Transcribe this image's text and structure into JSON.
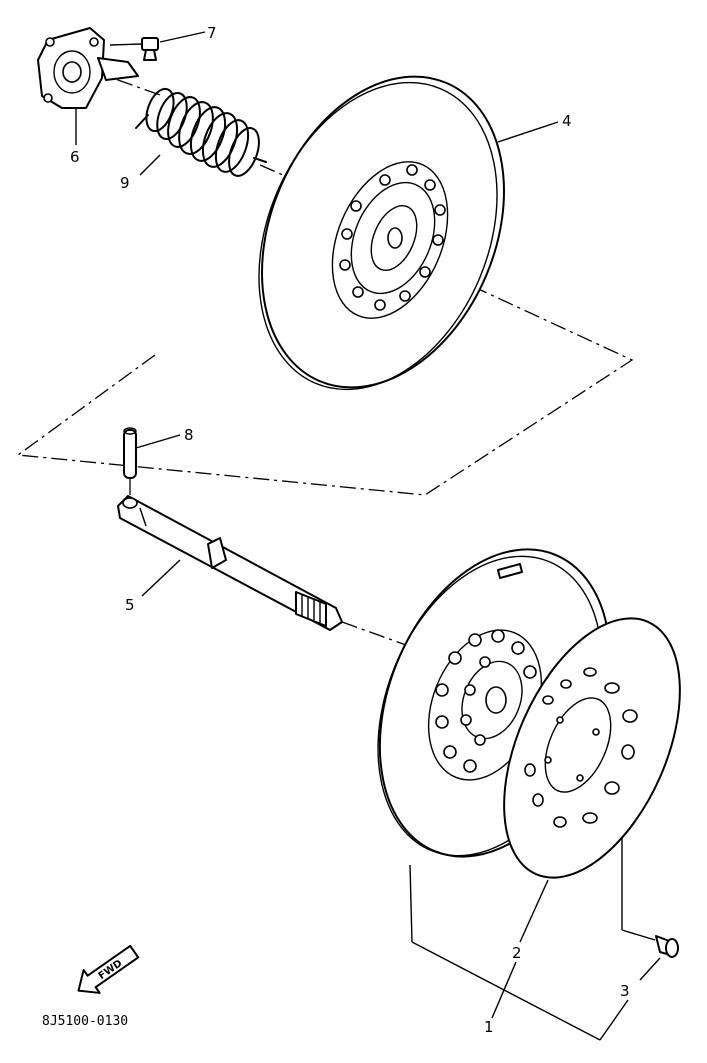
{
  "callouts": {
    "c1": "1",
    "c2": "2",
    "c3": "3",
    "c4": "4",
    "c5": "5",
    "c6": "6",
    "c7": "7",
    "c8": "8",
    "c9": "9"
  },
  "fwd_label": "FWD",
  "diagram_code": "8J5100-0130"
}
